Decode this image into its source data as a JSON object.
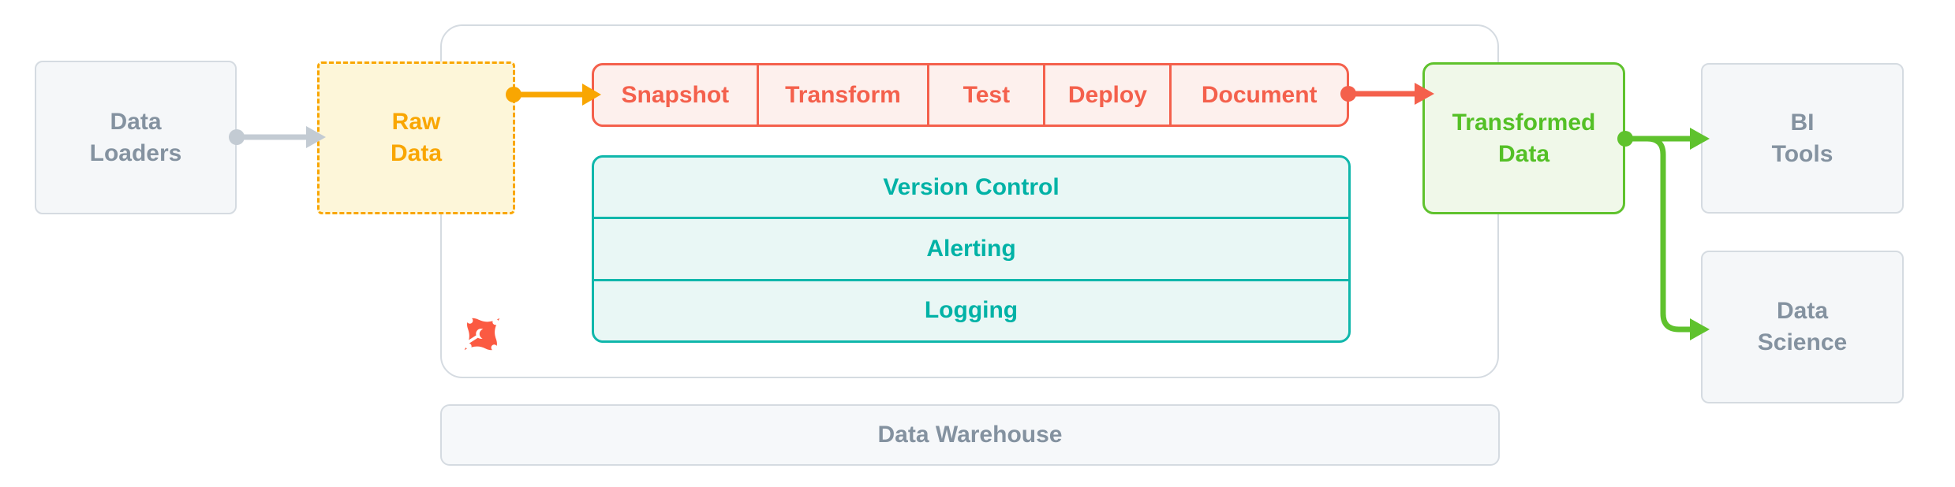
{
  "diagram": {
    "description": "dbt data pipeline architecture diagram"
  },
  "nodes": {
    "data_loaders": {
      "line1": "Data",
      "line2": "Loaders"
    },
    "raw_data": {
      "line1": "Raw",
      "line2": "Data"
    },
    "transformed_data": {
      "line1": "Transformed",
      "line2": "Data"
    },
    "bi_tools": {
      "line1": "BI",
      "line2": "Tools"
    },
    "data_science": {
      "line1": "Data",
      "line2": "Science"
    },
    "data_warehouse": {
      "label": "Data Warehouse"
    }
  },
  "pipeline": {
    "steps": [
      "Snapshot",
      "Transform",
      "Test",
      "Deploy",
      "Document"
    ]
  },
  "services": [
    "Version Control",
    "Alerting",
    "Logging"
  ],
  "icons": {
    "dbt_logo": "dbt-logo"
  },
  "colors": {
    "gray_border": "#d5dbe1",
    "gray_fill": "#f5f7f9",
    "gray_text": "#8492a0",
    "arrow_gray": "#c3cbd3",
    "orange": "#f9a602",
    "orange_fill": "#fdf6d9",
    "coral": "#f4604c",
    "coral_fill": "#fdf0ed",
    "teal": "#10b7ab",
    "teal_fill": "#e9f7f5",
    "green": "#5fc22d",
    "green_fill": "#f0f8e9",
    "dbt_logo_orange": "#fb5a42"
  }
}
